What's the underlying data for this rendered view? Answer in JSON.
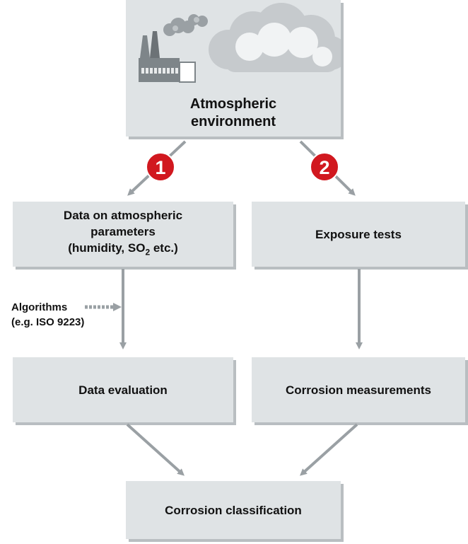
{
  "nodes": {
    "atmospheric_environment": [
      "Atmospheric",
      "environment"
    ],
    "data_on_parameters": [
      "Data on atmospheric",
      "parameters",
      "(humidity, SO",
      "2",
      " etc.)"
    ],
    "exposure_tests": "Exposure tests",
    "data_evaluation": "Data evaluation",
    "corrosion_measurements": "Corrosion measurements",
    "corrosion_classification": "Corrosion classification"
  },
  "algorithms": [
    "Algorithms",
    "(e.g. ISO 9223)"
  ],
  "badges": [
    "1",
    "2"
  ],
  "colors": {
    "box_fill": "#dfe3e5",
    "box_shadow": "#b9bec1",
    "arrow": "#9aa0a4",
    "badge": "#d1181f",
    "cloud": "#cfd3d6",
    "factory": "#7e8589"
  },
  "icons": [
    "factory-icon",
    "cloud-icon"
  ]
}
